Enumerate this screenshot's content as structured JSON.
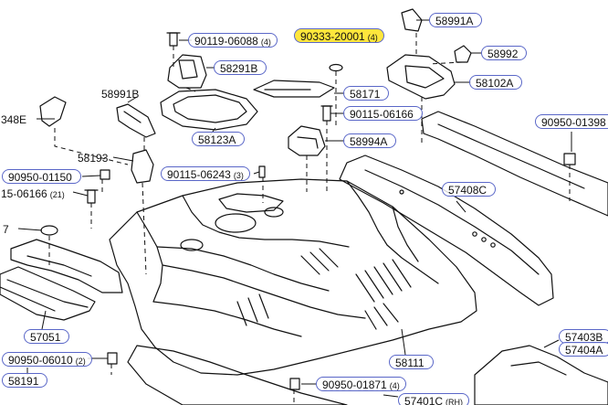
{
  "labels": [
    {
      "id": "p58991a",
      "part": "58991A",
      "qty": ""
    },
    {
      "id": "p90119",
      "part": "90119-06088",
      "qty": "(4)"
    },
    {
      "id": "p90333",
      "part": "90333-20001",
      "qty": "(4)",
      "highlight": true
    },
    {
      "id": "p58992",
      "part": "58992",
      "qty": ""
    },
    {
      "id": "p58291b",
      "part": "58291B",
      "qty": ""
    },
    {
      "id": "p58102a",
      "part": "58102A",
      "qty": ""
    },
    {
      "id": "p58991b",
      "part": "58991B",
      "qty": ""
    },
    {
      "id": "p58171",
      "part": "58171",
      "qty": ""
    },
    {
      "id": "p348e",
      "part": "348E",
      "qty": ""
    },
    {
      "id": "p90115a",
      "part": "90115-06166",
      "qty": ""
    },
    {
      "id": "p90950a",
      "part": "90950-01398",
      "qty": ""
    },
    {
      "id": "p58123a",
      "part": "58123A",
      "qty": ""
    },
    {
      "id": "p58994a",
      "part": "58994A",
      "qty": ""
    },
    {
      "id": "p58193",
      "part": "58193",
      "qty": ""
    },
    {
      "id": "p90115b",
      "part": "90115-06243",
      "qty": "(3)"
    },
    {
      "id": "p90950b",
      "part": "90950-01150",
      "qty": ""
    },
    {
      "id": "p57408c",
      "part": "57408C",
      "qty": ""
    },
    {
      "id": "p15061",
      "part": "15-06166",
      "qty": "(21)"
    },
    {
      "id": "p7",
      "part": "7",
      "qty": ""
    },
    {
      "id": "p57051",
      "part": "57051",
      "qty": ""
    },
    {
      "id": "p57403b",
      "part": "57403B",
      "qty": ""
    },
    {
      "id": "p57404a",
      "part": "57404A",
      "qty": ""
    },
    {
      "id": "p90950c",
      "part": "90950-06010",
      "qty": "(2)"
    },
    {
      "id": "p58111",
      "part": "58111",
      "qty": ""
    },
    {
      "id": "p58191",
      "part": "58191",
      "qty": ""
    },
    {
      "id": "p90950d",
      "part": "90950-01871",
      "qty": "(4)"
    },
    {
      "id": "p57401c",
      "part": "57401C",
      "qty": "(RH)"
    }
  ]
}
